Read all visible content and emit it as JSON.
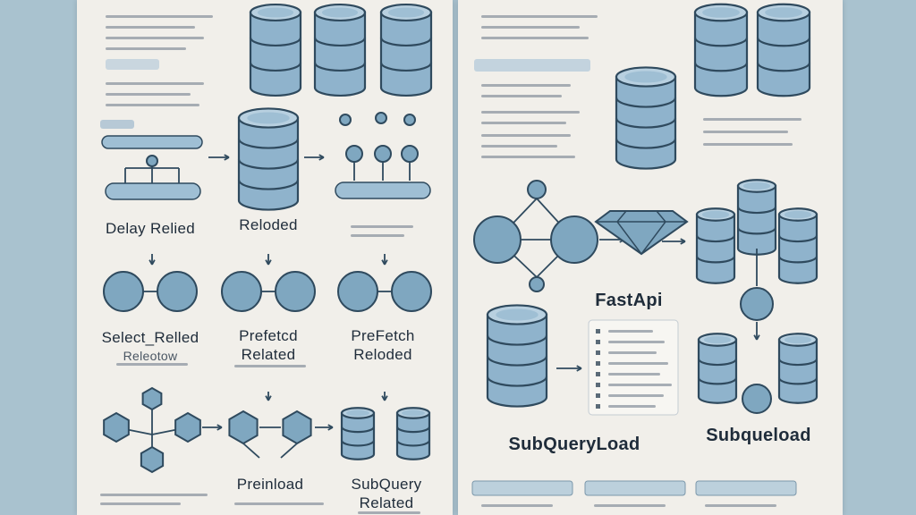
{
  "left": {
    "labels": {
      "delay_related": "Delay Relied",
      "reloaded": "Reloded",
      "select_related": "Select_Relled",
      "select_related_sub": "Releotow",
      "prefetched": "Prefetcd",
      "prefetched_sub": "Related",
      "prefetch": "PreFetch",
      "prefetch_sub": "Reloded",
      "preinload": "Preinload",
      "subquery": "SubQuery",
      "subquery_sub": "Related"
    }
  },
  "right": {
    "labels": {
      "fastapi": "FastApi",
      "subqueryload": "SubQueryLoad",
      "subqueload": "Subqueload"
    }
  },
  "colors": {
    "page_bg": "#a9c2cf",
    "panel_bg": "#f1efea",
    "cylinder_fill": "#8fb3cc",
    "cylinder_stroke": "#2f4a5e",
    "node_fill": "#7fa7c0"
  }
}
